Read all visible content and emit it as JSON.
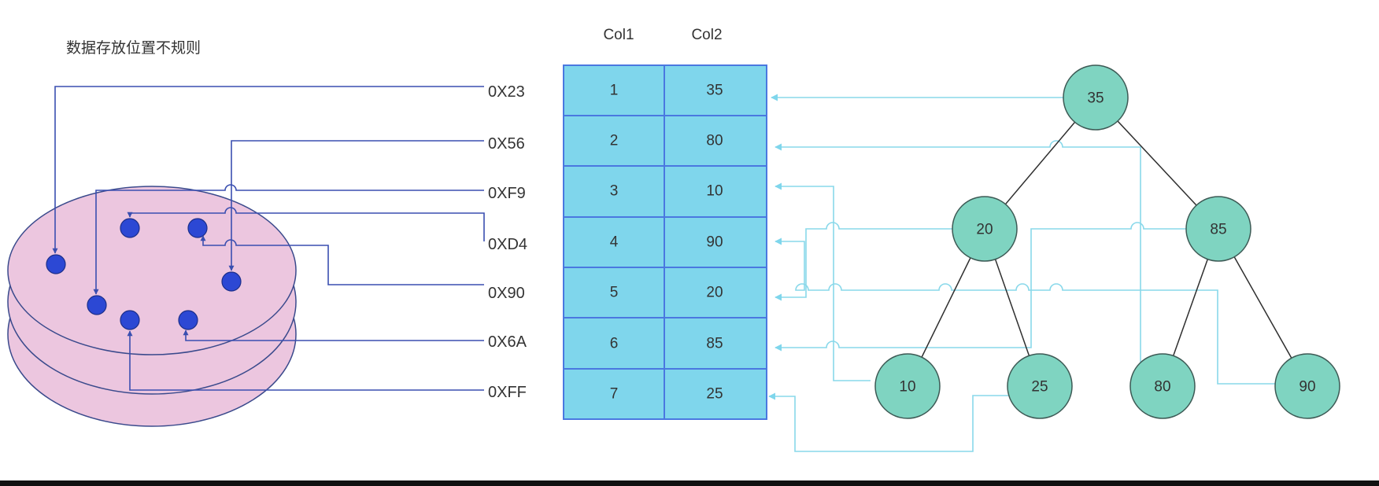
{
  "caption": "数据存放位置不规则",
  "addresses": [
    "0X23",
    "0X56",
    "0XF9",
    "0XD4",
    "0X90",
    "0X6A",
    "0XFF"
  ],
  "table": {
    "headers": [
      "Col1",
      "Col2"
    ],
    "rows": [
      [
        "1",
        "35"
      ],
      [
        "2",
        "80"
      ],
      [
        "3",
        "10"
      ],
      [
        "4",
        "90"
      ],
      [
        "5",
        "20"
      ],
      [
        "6",
        "85"
      ],
      [
        "7",
        "25"
      ]
    ]
  },
  "tree": {
    "nodes": [
      "35",
      "20",
      "85",
      "10",
      "25",
      "80",
      "90"
    ]
  },
  "colors": {
    "disk_fill": "#ecc6df",
    "disk_stroke": "#3a4a8c",
    "dot_fill": "#2c48d4",
    "connector": "#3a4fb0",
    "table_fill": "#7fd6ec",
    "table_stroke": "#4a78e0",
    "node_fill": "#7fd4c1",
    "node_stroke": "#3d5a55",
    "tree_link": "#88d8ea"
  }
}
